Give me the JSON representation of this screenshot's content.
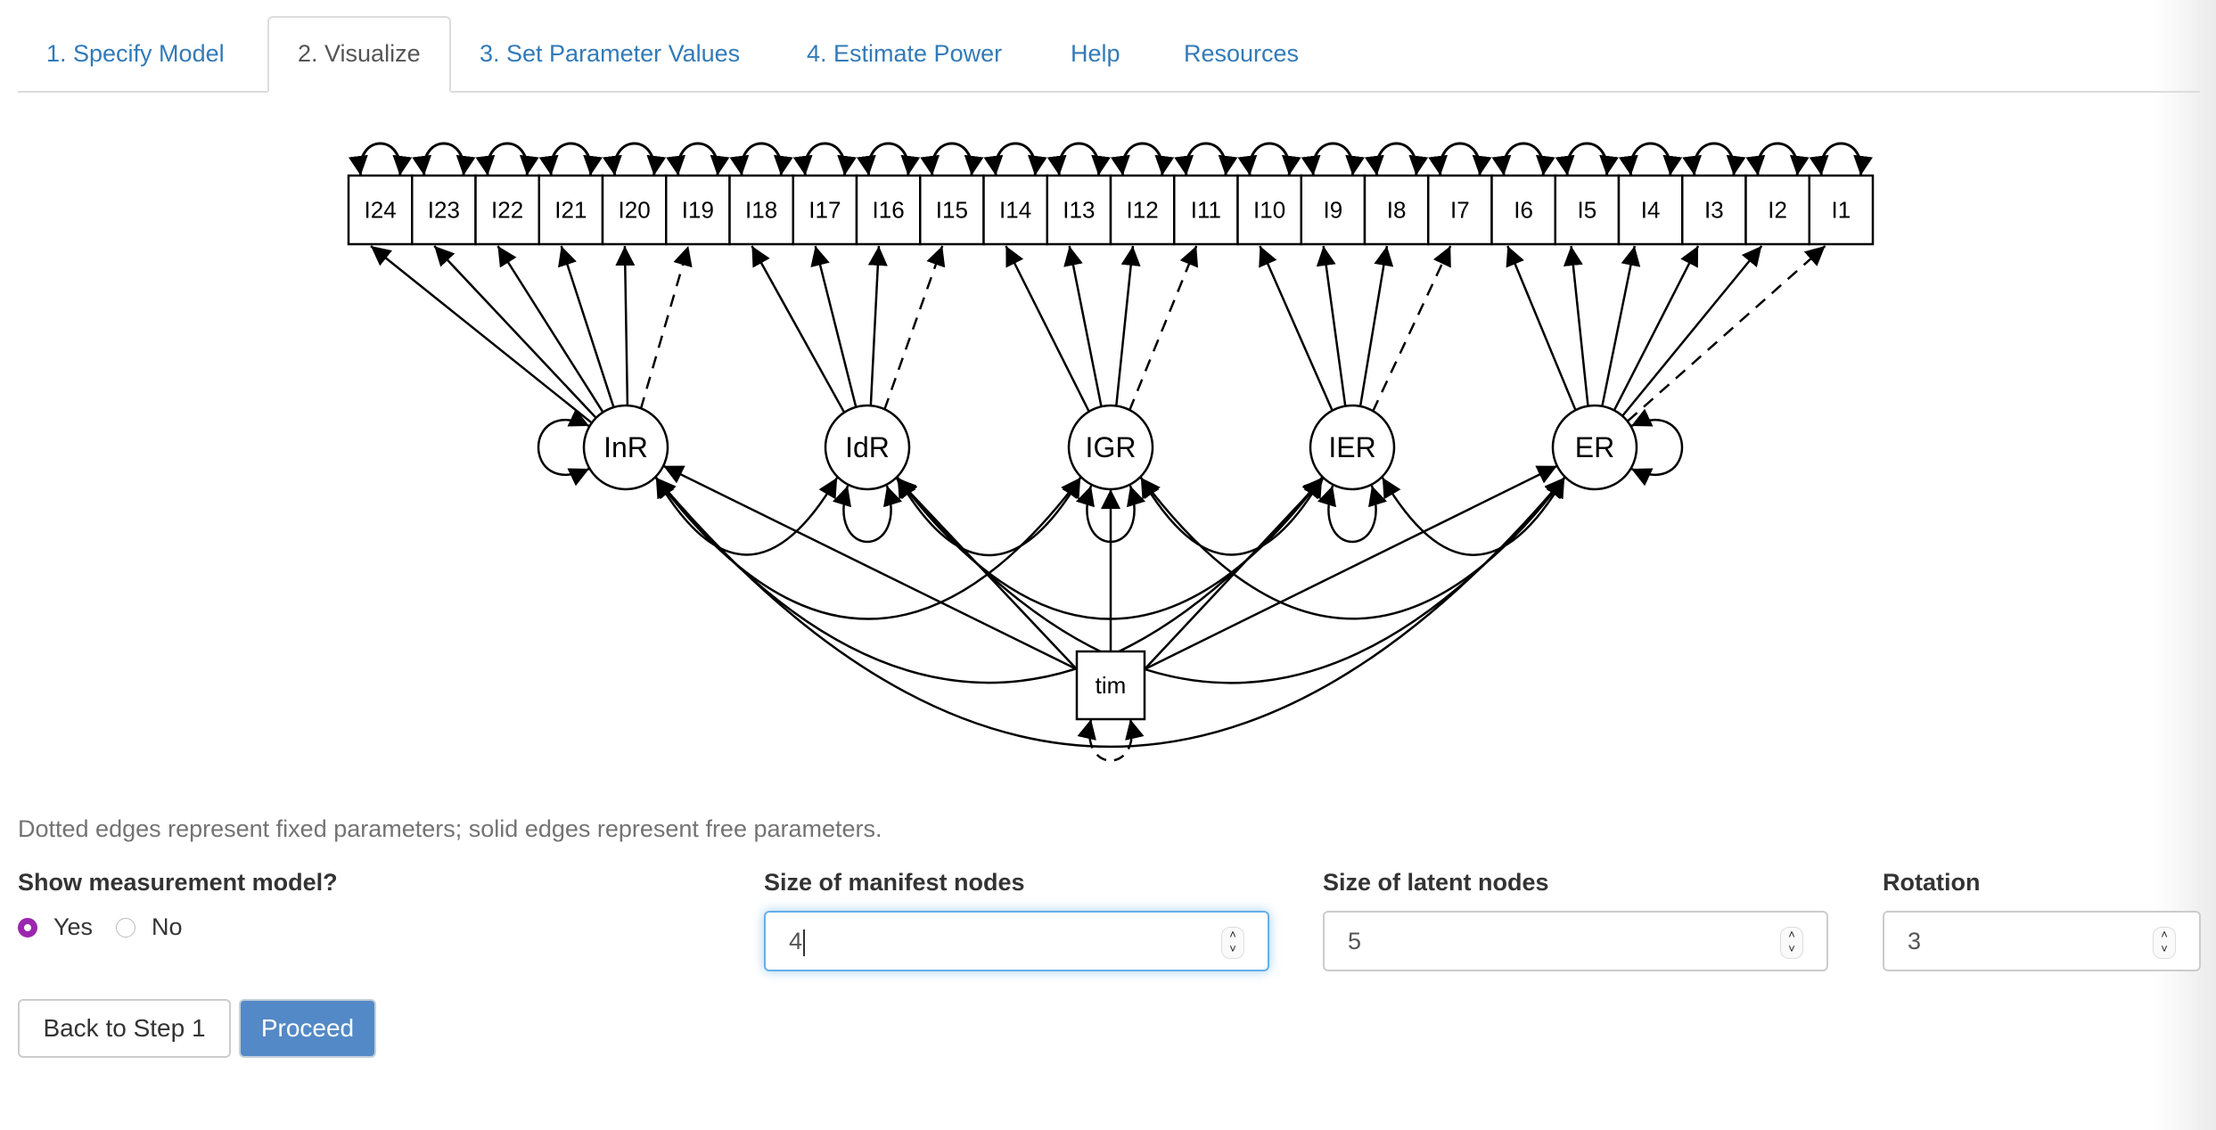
{
  "tabs": [
    {
      "label": "1. Specify Model",
      "active": false
    },
    {
      "label": "2. Visualize",
      "active": true
    },
    {
      "label": "3. Set Parameter Values",
      "active": false
    },
    {
      "label": "4. Estimate Power",
      "active": false
    },
    {
      "label": "Help",
      "active": false
    },
    {
      "label": "Resources",
      "active": false
    }
  ],
  "diagram": {
    "manifest_nodes": [
      "I24",
      "I23",
      "I22",
      "I21",
      "I20",
      "I19",
      "I18",
      "I17",
      "I16",
      "I15",
      "I14",
      "I13",
      "I12",
      "I11",
      "I10",
      "I9",
      "I8",
      "I7",
      "I6",
      "I5",
      "I4",
      "I3",
      "I2",
      "I1"
    ],
    "latent_nodes": [
      "InR",
      "IdR",
      "IGR",
      "IER",
      "ER"
    ],
    "covariate_node": "tim",
    "loadings": [
      {
        "factor": "InR",
        "indicators": [
          "I24",
          "I23",
          "I22",
          "I21",
          "I20",
          "I19"
        ],
        "fixed": [
          "I19"
        ]
      },
      {
        "factor": "IdR",
        "indicators": [
          "I18",
          "I17",
          "I16",
          "I15"
        ],
        "fixed": [
          "I15"
        ]
      },
      {
        "factor": "IGR",
        "indicators": [
          "I14",
          "I13",
          "I12",
          "I11"
        ],
        "fixed": [
          "I11"
        ]
      },
      {
        "factor": "IER",
        "indicators": [
          "I10",
          "I9",
          "I8",
          "I7"
        ],
        "fixed": [
          "I7"
        ]
      },
      {
        "factor": "ER",
        "indicators": [
          "I6",
          "I5",
          "I4",
          "I3",
          "I2",
          "I1"
        ],
        "fixed": [
          "I1"
        ]
      }
    ],
    "regressions": [
      {
        "from": "tim",
        "to": "InR"
      },
      {
        "from": "tim",
        "to": "IdR"
      },
      {
        "from": "tim",
        "to": "IGR"
      },
      {
        "from": "tim",
        "to": "IER"
      },
      {
        "from": "tim",
        "to": "ER"
      }
    ],
    "covariances": [
      [
        "InR",
        "IdR"
      ],
      [
        "InR",
        "IGR"
      ],
      [
        "InR",
        "IER"
      ],
      [
        "InR",
        "ER"
      ],
      [
        "IdR",
        "IGR"
      ],
      [
        "IdR",
        "IER"
      ],
      [
        "IdR",
        "ER"
      ],
      [
        "IGR",
        "IER"
      ],
      [
        "IGR",
        "ER"
      ],
      [
        "IER",
        "ER"
      ]
    ],
    "covariate_variance_fixed": true
  },
  "caption": "Dotted edges represent fixed parameters; solid edges represent free parameters.",
  "form": {
    "measurement_label": "Show measurement model?",
    "radio_yes": "Yes",
    "radio_no": "No",
    "radio_selected": "Yes",
    "manifest_label": "Size of manifest nodes",
    "manifest_value": "4",
    "latent_label": "Size of latent nodes",
    "latent_value": "5",
    "rotation_label": "Rotation",
    "rotation_value": "3"
  },
  "buttons": {
    "back": "Back to Step 1",
    "proceed": "Proceed"
  },
  "colors": {
    "link": "#337ab7",
    "primary": "#5389c6",
    "radio_accent": "#9b27af",
    "focus": "#66afe9"
  }
}
